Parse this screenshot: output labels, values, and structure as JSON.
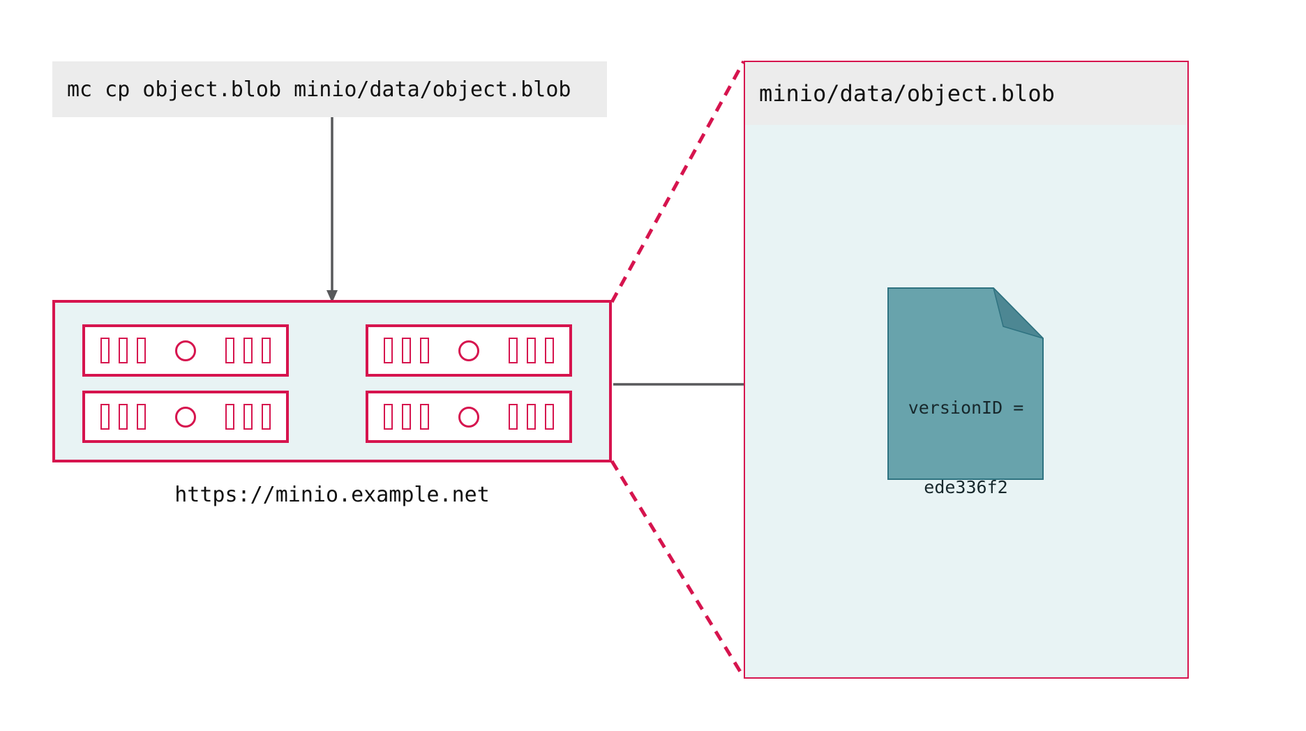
{
  "command": {
    "text": "mc cp object.blob minio/data/object.blob"
  },
  "cluster": {
    "url": "https://minio.example.net",
    "server_count": 4
  },
  "panel": {
    "title": "minio/data/object.blob",
    "object": {
      "line1": "versionID =",
      "line2": "ede336f2"
    }
  },
  "icons": {
    "server": "server-icon",
    "drive_slot": "drive-slot-icon",
    "power_led": "power-led-icon",
    "document": "document-icon",
    "arrowhead": "arrowhead-icon"
  },
  "colors": {
    "accent_red": "#d6144e",
    "mint_background": "#e8f3f4",
    "gray_box": "#ececec",
    "arrow_gray": "#58595b",
    "document_teal": "#68a3ac",
    "document_fold_teal": "#4d8793",
    "document_outline": "#2e7280",
    "text_dark": "#111111"
  }
}
